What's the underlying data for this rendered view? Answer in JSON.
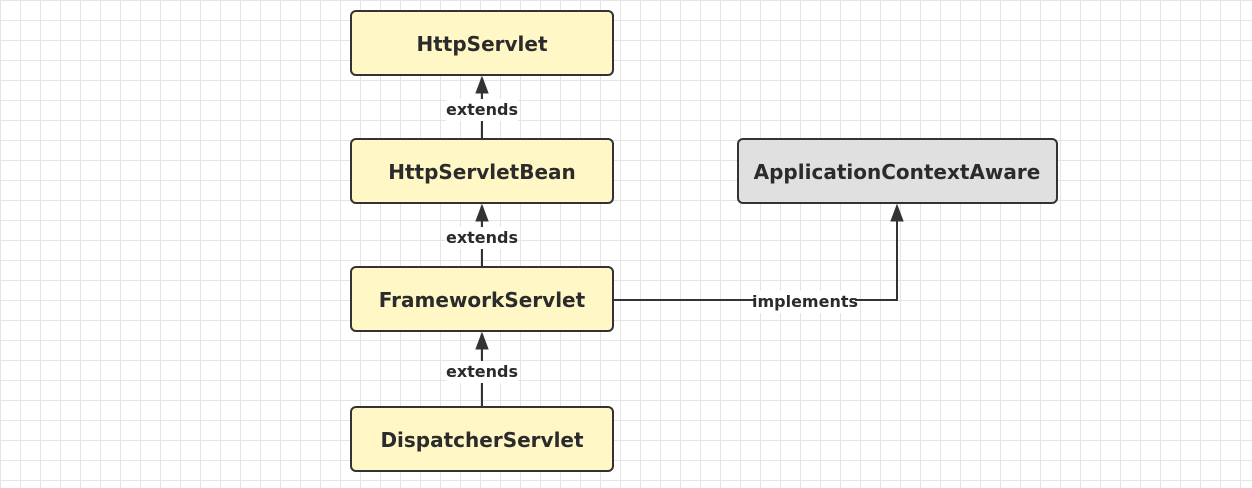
{
  "colors": {
    "class_fill": "#fff7c6",
    "interface_fill": "#e0e0e0",
    "stroke": "#333333",
    "grid": "#e4e4e4"
  },
  "nodes": {
    "http_servlet": "HttpServlet",
    "http_servlet_bean": "HttpServletBean",
    "framework_servlet": "FrameworkServlet",
    "dispatcher_servlet": "DispatcherServlet",
    "application_context_aware": "ApplicationContextAware"
  },
  "edges": {
    "bean_extends_servlet": "extends",
    "framework_extends_bean": "extends",
    "dispatcher_extends_framework": "extends",
    "framework_implements_aware": "implements"
  }
}
